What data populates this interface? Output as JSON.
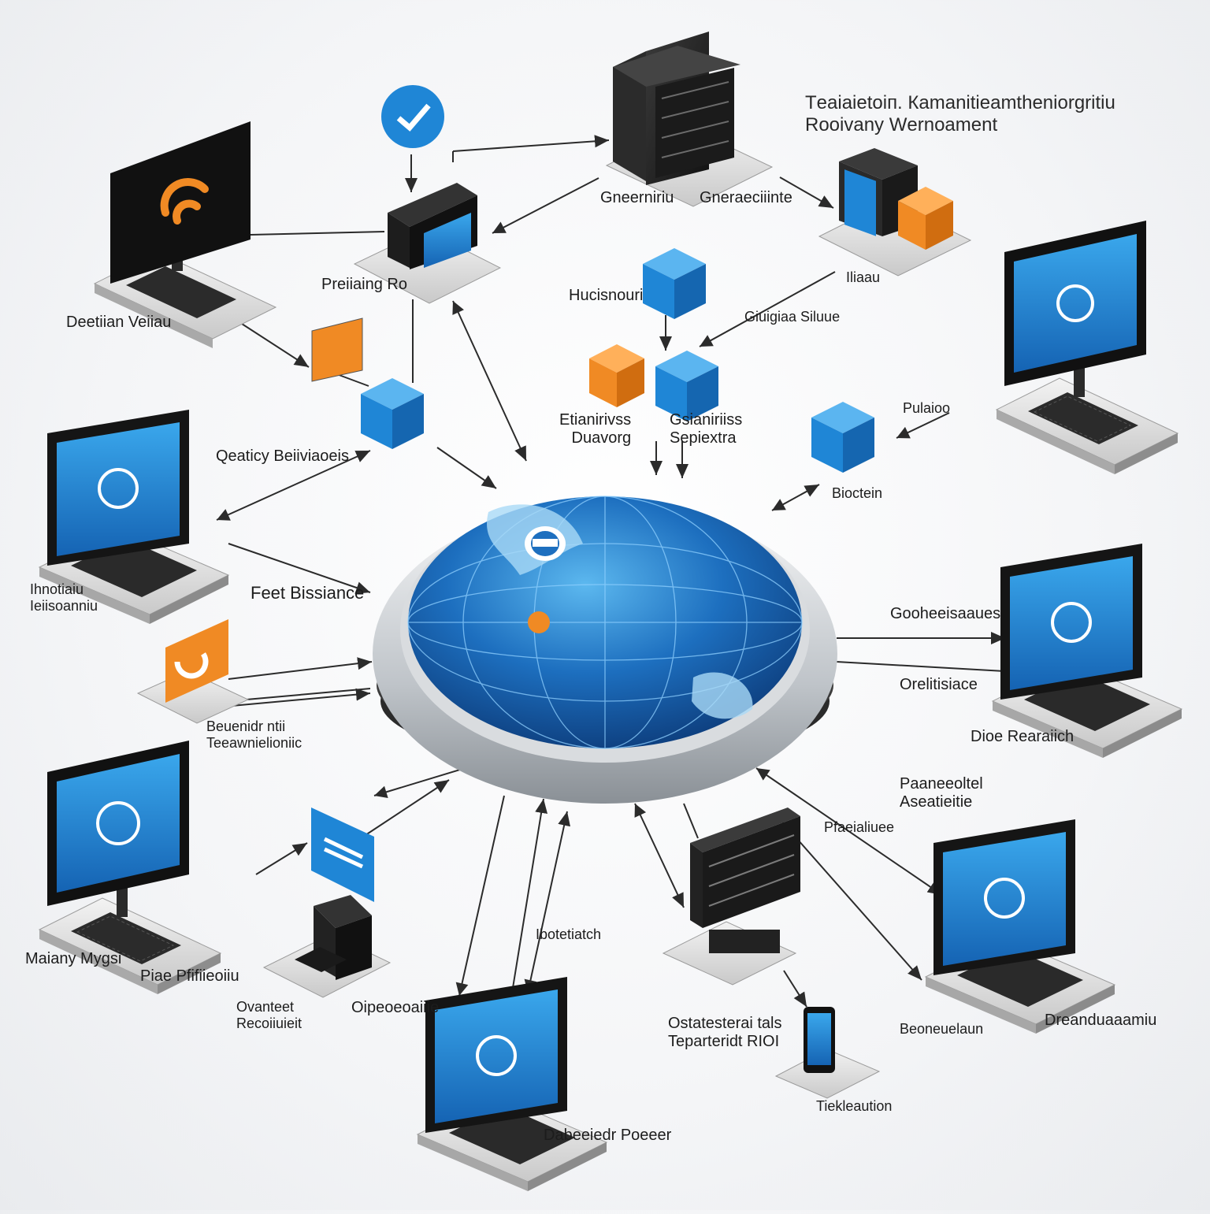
{
  "title": {
    "line1": "Tеаіаіеtоіп. Каmаnіtіеаmthеnіоrgrіtіu",
    "line2": "Rооіvаnу Wеrnоаmеnt"
  },
  "labels": {
    "desktop_top_left": "Deetiian Veiiau",
    "laptop_top_center": "Preiiaing Ro",
    "server_top": "Gneerniriu",
    "server_top_right": "Gneraeciiinte",
    "server_right_box": "Iliaau",
    "stack_right_of_box": "Giuigiaa Siluue",
    "cube_center_top": "Hucisnouri",
    "cube_center_left": "Etianirivss\nDuavorg",
    "cube_center_right": "Gsianiriiss\nSepiextra",
    "box_right_mid": "Pulaioo",
    "box_right_mid2": "Bioctein",
    "monitor_left_mid": "Qeaticy Beiiviaoeis",
    "monitor_left_mid2": "Ihnotiaiu\nIeiisoanniu",
    "laptop_left_center": "Feet Bissiance",
    "monitor_right_mid": "Gooheeisaaues",
    "monitor_right_mid2": "Orelitisiace",
    "monitor_right_mid3": "Dioe Rearaiich",
    "laptop_left_lower": "Beuenidr ntii\nTeeawnielioniic",
    "right_lower_caption": "Paaneeoltel\nAseatieitie",
    "server_bottom_right": "Pfaeialiuee",
    "monitor_bottom_left": "Maiany Mygsi",
    "server_bottom_left": "Piae Pfifiieoiiu",
    "stack_bottom_left": "Ovanteet\nRecoiiuieit",
    "laptop_bottom_center": "Oipeoeoaiiie",
    "label_bottom_center": "Ibotetiatch",
    "phone_bottom": "Ostatesterai tals\nTeparteridt RIOI",
    "laptop_bottom": "Dabeeiedr Poeeer",
    "label_bottom_right": "Tiekleaution",
    "monitor_bottom_right": "Dreanduaaamiu",
    "laptop_bottom_right_b": "Beoneuelaun"
  },
  "colors": {
    "accent_blue": "#1f86d6",
    "accent_orange": "#f08a24",
    "dark": "#2a2a2a",
    "screen_blue": "#1565b8"
  },
  "icons": {
    "globe": "globe-icon",
    "monitor": "monitor-icon",
    "laptop": "laptop-icon",
    "server": "server-icon",
    "cube": "cube-icon",
    "phone": "phone-icon",
    "wifi": "wifi-icon",
    "check": "check-icon"
  }
}
